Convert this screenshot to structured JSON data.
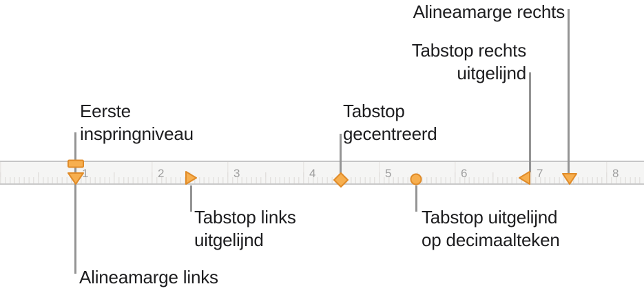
{
  "figure": {
    "description": "macOS ruler with paragraph margin, indent and tab stop markers"
  },
  "callouts": {
    "paragraph_margin_right": "Alineamarge rechts",
    "tab_right": "Tabstop rechts\nuitgelijnd",
    "first_indent": "Eerste\ninspringniveau",
    "tab_center": "Tabstop\ngecentreerd",
    "tab_left": "Tabstop links\nuitgelijnd",
    "tab_decimal": "Tabstop uitgelijnd\nop decimaalteken",
    "paragraph_margin_left": "Alineamarge links"
  },
  "ruler": {
    "numbers": [
      "1",
      "2",
      "3",
      "4",
      "5",
      "6",
      "7",
      "8"
    ]
  },
  "markers": [
    {
      "name": "first-line-indent-marker",
      "shape": "rectangle"
    },
    {
      "name": "left-margin-marker",
      "shape": "triangle-down"
    },
    {
      "name": "left-tab-stop-marker",
      "shape": "triangle-right"
    },
    {
      "name": "center-tab-stop-marker",
      "shape": "diamond"
    },
    {
      "name": "decimal-tab-stop-marker",
      "shape": "circle"
    },
    {
      "name": "right-tab-stop-marker",
      "shape": "triangle-left"
    },
    {
      "name": "right-margin-marker",
      "shape": "triangle-down"
    }
  ],
  "colors": {
    "marker_fill": "#F7AF4F",
    "marker_border": "#E08B28",
    "callout_line": "#949494",
    "ruler_background": "#F5F5F4",
    "ruler_border": "#C6C6C6",
    "tick": "#E4E2E0",
    "ruler_number": "#9E9E9E",
    "label_text": "#1D1D1F",
    "page_background": "#FFFFFF"
  }
}
